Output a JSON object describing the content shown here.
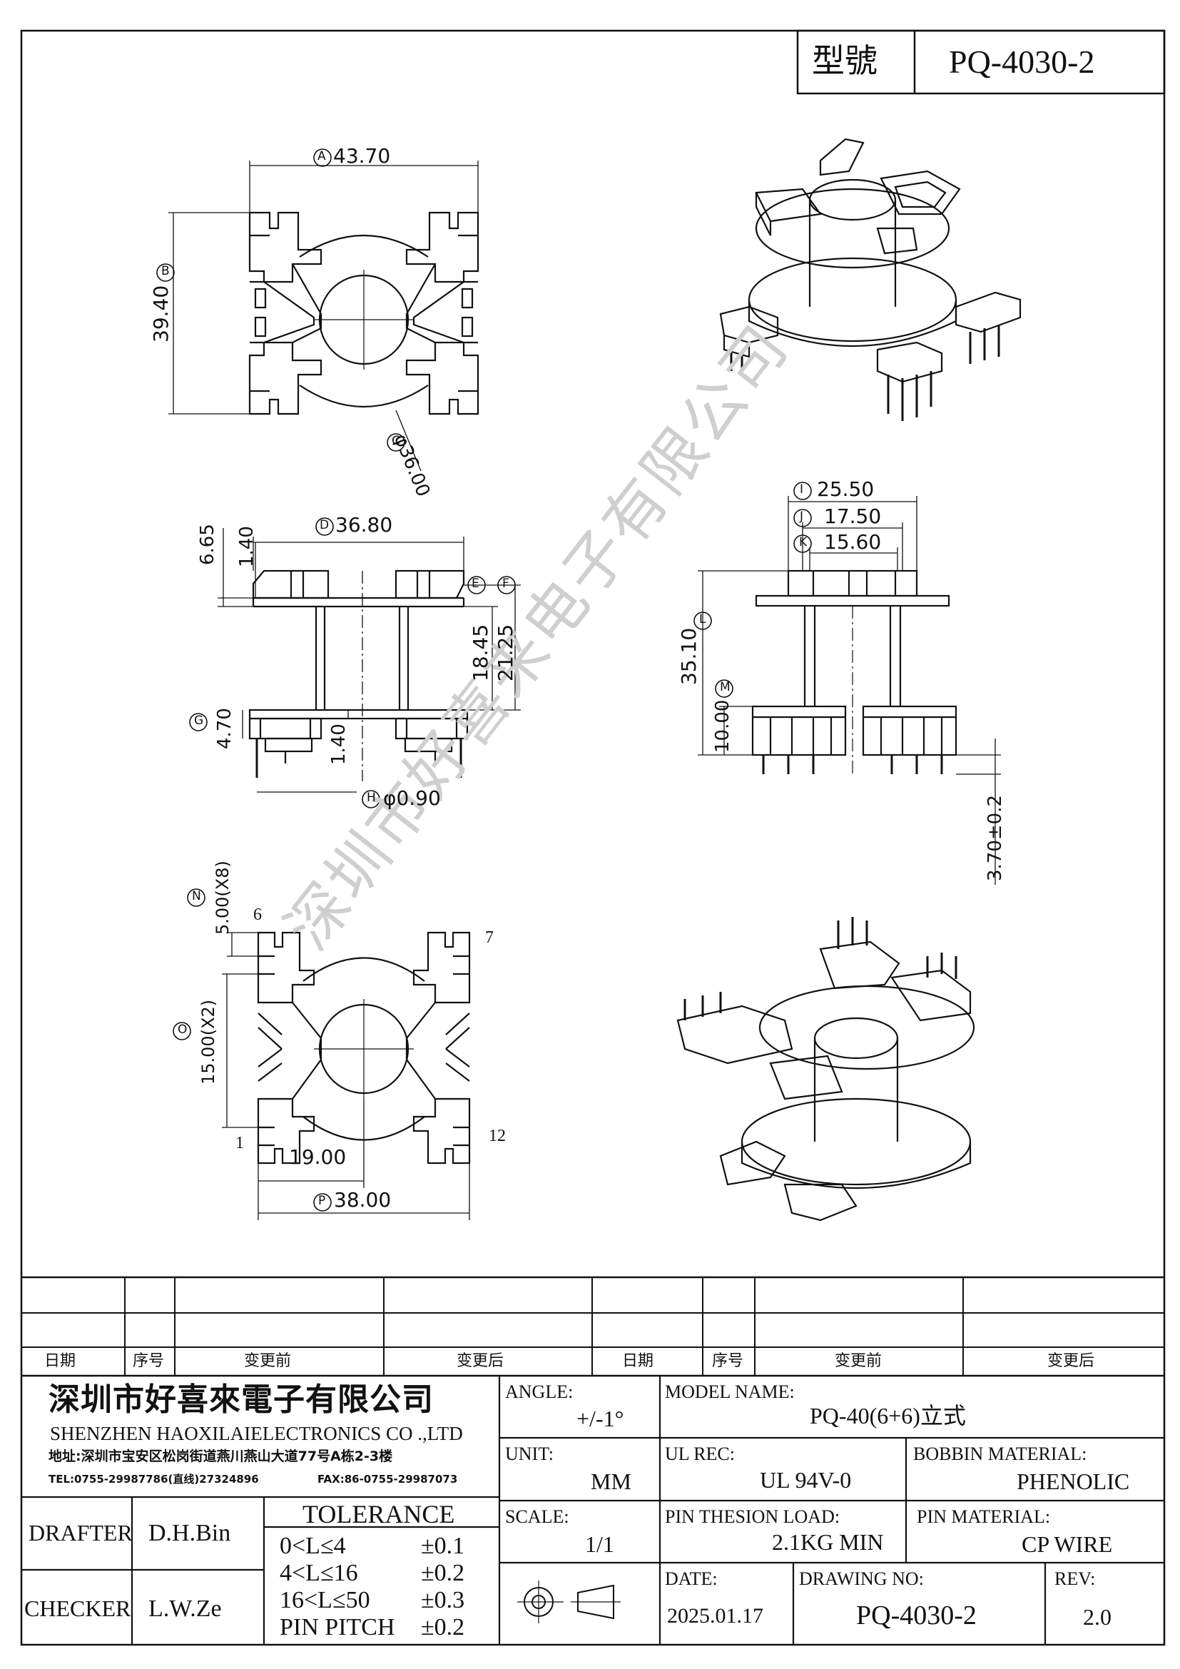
{
  "header": {
    "model_label": "型號",
    "model_value": "PQ-4030-2"
  },
  "watermark": "深圳市好喜来电子有限公司",
  "views": {
    "top": {
      "dim_a": "43.70",
      "dim_b": "39.40",
      "dim_c": "φ36.00",
      "callout_a": "A",
      "callout_b": "B",
      "callout_c": "C"
    },
    "front": {
      "dim_d": "36.80",
      "dim_665": "6.65",
      "dim_140a": "1.40",
      "dim_1845": "18.45",
      "dim_2125": "21.25",
      "dim_470": "4.70",
      "dim_140b": "1.40",
      "dim_h": "φ0.90",
      "callout_d": "D",
      "callout_e": "E",
      "callout_f": "F",
      "callout_g": "G",
      "callout_h": "H"
    },
    "side": {
      "dim_i": "25.50",
      "dim_j": "17.50",
      "dim_k": "15.60",
      "dim_l": "35.10",
      "dim_m": "10.00",
      "dim_pin": "3.70±0.2",
      "callout_i": "I",
      "callout_j": "J",
      "callout_k": "K",
      "callout_l": "L",
      "callout_m": "M"
    },
    "bottom": {
      "dim_n": "5.00(X8)",
      "dim_o": "15.00(X2)",
      "dim_1900": "19.00",
      "dim_p": "38.00",
      "pin_1": "1",
      "pin_6": "6",
      "pin_7": "7",
      "pin_12": "12",
      "callout_n": "N",
      "callout_o": "O",
      "callout_p": "P"
    }
  },
  "revision_table": {
    "headers": [
      "日期",
      "序号",
      "变更前",
      "变更后",
      "日期",
      "序号",
      "变更前",
      "变更后"
    ]
  },
  "title_block": {
    "company_cn": "深圳市好喜來電子有限公司",
    "company_en": "SHENZHEN HAOXILAIELECTRONICS CO .,LTD",
    "address": "地址:深圳市宝安区松岗街道燕川燕山大道77号A栋2-3楼",
    "tel": "TEL:0755-29987786(直线)27324896",
    "fax": "FAX:86-0755-29987073",
    "drafter_label": "DRAFTER",
    "drafter": "D.H.Bin",
    "checker_label": "CHECKER",
    "checker": "L.W.Ze",
    "tolerance_label": "TOLERANCE",
    "tolerances": [
      {
        "range": "0<L≤4",
        "value": "±0.1"
      },
      {
        "range": "4<L≤16",
        "value": "±0.2"
      },
      {
        "range": "16<L≤50",
        "value": "±0.3"
      },
      {
        "range": "PIN PITCH",
        "value": "±0.2"
      }
    ],
    "angle_label": "ANGLE:",
    "angle": "+/-1°",
    "unit_label": "UNIT:",
    "unit": "MM",
    "scale_label": "SCALE:",
    "scale": "1/1",
    "model_name_label": "MODEL NAME:",
    "model_name": "PQ-40(6+6)立式",
    "ul_rec_label": "UL REC:",
    "ul_rec": "UL  94V-0",
    "bobbin_material_label": "BOBBIN MATERIAL:",
    "bobbin_material": "PHENOLIC",
    "pin_load_label": "PIN THESION LOAD:",
    "pin_load": "2.1KG MIN",
    "pin_material_label": "PIN MATERIAL:",
    "pin_material": "CP  WIRE",
    "date_label": "DATE:",
    "date": "2025.01.17",
    "drawing_no_label": "DRAWING NO:",
    "drawing_no": "PQ-4030-2",
    "rev_label": "REV:",
    "rev": "2.0"
  },
  "colors": {
    "line": "#111111",
    "watermark": "#cfcfcf",
    "background": "#ffffff"
  }
}
